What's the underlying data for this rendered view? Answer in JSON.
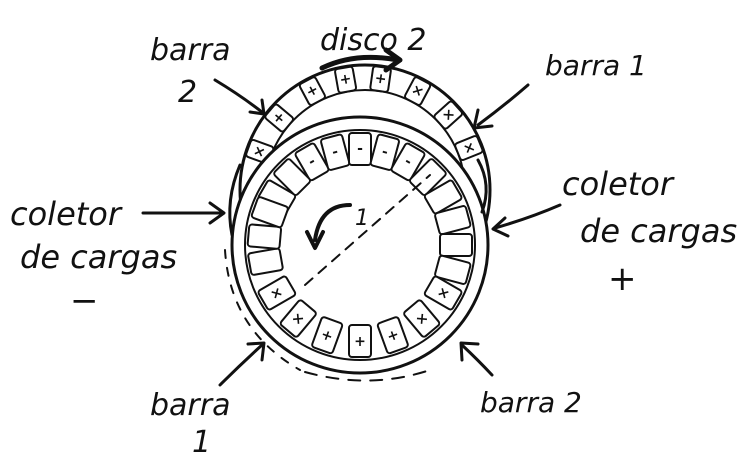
{
  "labels": {
    "disc2": "disco 2",
    "bar1_top": "barra 1",
    "bar2_top_line1": "barra",
    "bar2_top_line2": "2",
    "collector_left_line1": "coletor",
    "collector_left_line2": "de cargas",
    "collector_left_sign": "−",
    "collector_right_line1": "coletor",
    "collector_right_line2": "de cargas",
    "collector_right_sign": "+",
    "bar1_bottom_line1": "barra",
    "bar1_bottom_line2": "1",
    "bar2_bottom": "barra 2",
    "disc1_label": "1"
  },
  "sector_marks": {
    "back_disc": [
      "×",
      "+",
      "+",
      "+",
      "+",
      "×",
      "×",
      "×"
    ],
    "front_disc_top": [
      "-",
      "-",
      "-",
      "-",
      "-"
    ],
    "front_disc_bottom": [
      "×",
      "×",
      "+",
      "+",
      "+",
      "×",
      "×"
    ]
  },
  "colors": {
    "ink": "#111111",
    "paper": "#ffffff"
  }
}
